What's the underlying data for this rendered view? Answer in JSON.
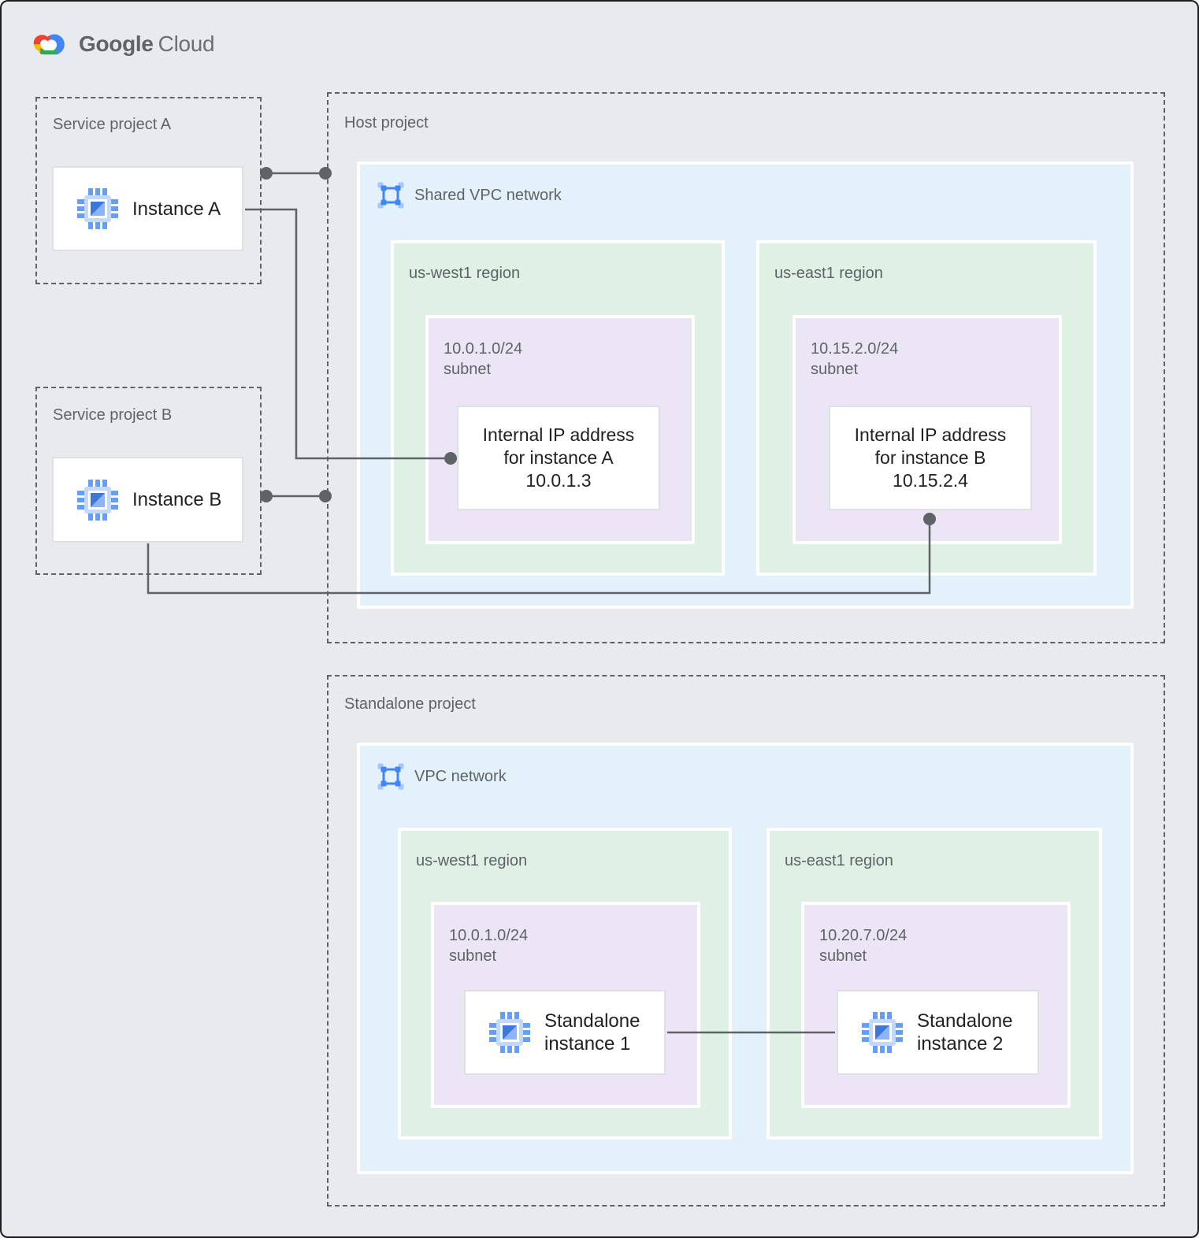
{
  "page": {
    "background": "#E8EAED"
  },
  "logo": {
    "google": "Google",
    "cloud": "Cloud"
  },
  "projects": {
    "service_a": {
      "title": "Service project A",
      "instance": {
        "label": "Instance A"
      }
    },
    "service_b": {
      "title": "Service project B",
      "instance": {
        "label": "Instance B"
      }
    },
    "host": {
      "title": "Host project",
      "network": {
        "label": "Shared VPC network"
      },
      "regions": [
        {
          "title": "us-west1 region",
          "subnet": {
            "cidr": "10.0.1.0/24",
            "word": "subnet"
          },
          "ip_card": {
            "line1": "Internal IP address",
            "line2": "for instance A",
            "line3": "10.0.1.3"
          }
        },
        {
          "title": "us-east1 region",
          "subnet": {
            "cidr": "10.15.2.0/24",
            "word": "subnet"
          },
          "ip_card": {
            "line1": "Internal IP address",
            "line2": "for instance B",
            "line3": "10.15.2.4"
          }
        }
      ]
    },
    "standalone": {
      "title": "Standalone project",
      "network": {
        "label": "VPC network"
      },
      "regions": [
        {
          "title": "us-west1 region",
          "subnet": {
            "cidr": "10.0.1.0/24",
            "word": "subnet"
          },
          "instance": {
            "line1": "Standalone",
            "line2": "instance 1"
          }
        },
        {
          "title": "us-east1 region",
          "subnet": {
            "cidr": "10.20.7.0/24",
            "word": "subnet"
          },
          "instance": {
            "line1": "Standalone",
            "line2": "instance 2"
          }
        }
      ]
    }
  },
  "icons": {
    "logo_icon": "google-cloud-logo",
    "instance_icon": "compute-instance-chip",
    "network_icon": "vpc-network-square"
  },
  "colors": {
    "background": "#E8EAED",
    "vpc_blue": "#E2F1FA",
    "region_green": "#DFF0E5",
    "subnet_purple": "#ECE5F6",
    "label_gray": "#5F6368",
    "connector_gray": "#5F6368",
    "card_border": "#DEE1E4",
    "text_dark": "#202124",
    "google_blue": "#4285F4",
    "google_red": "#EA4335",
    "google_yellow": "#FBBC04",
    "google_green": "#34A853"
  },
  "connections": [
    {
      "from": "Service project A",
      "to": "Host project",
      "style": "dot-dot"
    },
    {
      "from": "Instance A",
      "to": "Internal IP address for instance A 10.0.1.3",
      "style": "elbow-dot"
    },
    {
      "from": "Service project B",
      "to": "Host project",
      "style": "dot-dot"
    },
    {
      "from": "Instance B",
      "to": "Internal IP address for instance B 10.15.2.4",
      "style": "elbow-dot"
    },
    {
      "from": "Standalone instance 1",
      "to": "Standalone instance 2",
      "style": "plain"
    }
  ]
}
